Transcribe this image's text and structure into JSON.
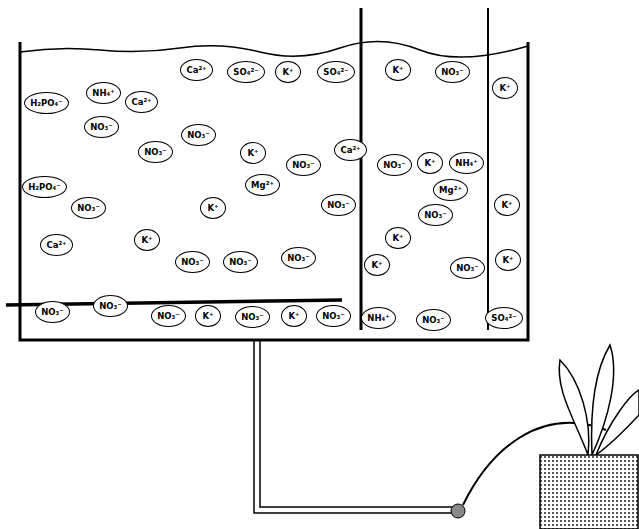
{
  "diagram": {
    "nodes": [
      {
        "text": [
          "NH₄⁺"
        ]
      },
      {
        "text": [
          "Ca²⁺"
        ]
      },
      {
        "text": [
          "SO₄²⁻"
        ]
      },
      {
        "text": [
          "K⁺"
        ]
      },
      {
        "text": [
          "SO₄²⁻"
        ]
      },
      {
        "text": [
          "K⁺"
        ]
      },
      {
        "text": [
          "NO₃⁻"
        ]
      },
      {
        "text": [
          "K⁺"
        ]
      },
      {
        "text": [
          "H₂PO₄⁻"
        ]
      },
      {
        "text": [
          "Ca²⁺"
        ]
      },
      {
        "text": [
          "NO₃⁻"
        ]
      },
      {
        "text": [
          "NO₃⁻"
        ]
      },
      {
        "text": [
          "NO₃⁻"
        ]
      },
      {
        "text": [
          "K⁺"
        ]
      },
      {
        "text": [
          "NO₃⁻"
        ]
      },
      {
        "text": [
          "Ca²⁺"
        ]
      },
      {
        "text": [
          "NO₃⁻"
        ]
      },
      {
        "text": [
          "K⁺"
        ]
      },
      {
        "text": [
          "NH₄⁺"
        ]
      },
      {
        "text": [
          "H₂PO₄⁻"
        ]
      },
      {
        "text": [
          "NO₃⁻"
        ]
      },
      {
        "text": [
          "K⁺"
        ]
      },
      {
        "text": [
          "Mg²⁺"
        ]
      },
      {
        "text": [
          "NO₃⁻"
        ]
      },
      {
        "text": [
          "Mg²⁺"
        ]
      },
      {
        "text": [
          "K⁺"
        ]
      },
      {
        "text": [
          "Ca²⁺"
        ]
      },
      {
        "text": [
          "K⁺"
        ]
      },
      {
        "text": [
          "NO₃⁻"
        ]
      },
      {
        "text": [
          "NO₃⁻"
        ]
      },
      {
        "text": [
          "NO₃⁻"
        ]
      },
      {
        "text": [
          "K⁺"
        ]
      },
      {
        "text": [
          "NO₃⁻"
        ]
      },
      {
        "text": [
          "NO₃⁻"
        ]
      },
      {
        "text": [
          "K⁺"
        ]
      },
      {
        "text": [
          "K⁺"
        ]
      },
      {
        "text": [
          "NO₃⁻"
        ]
      },
      {
        "text": [
          "NO₃⁻"
        ]
      },
      {
        "text": [
          "NO₃⁻"
        ]
      },
      {
        "text": [
          "K⁺"
        ]
      },
      {
        "text": [
          "NO₃⁻"
        ]
      },
      {
        "text": [
          "K⁺"
        ]
      },
      {
        "text": [
          "NO₃⁻"
        ]
      },
      {
        "text": [
          "NH₄⁺"
        ]
      },
      {
        "text": [
          "NO₃⁻"
        ]
      },
      {
        "text": [
          "SO₄²⁻"
        ]
      }
    ]
  }
}
